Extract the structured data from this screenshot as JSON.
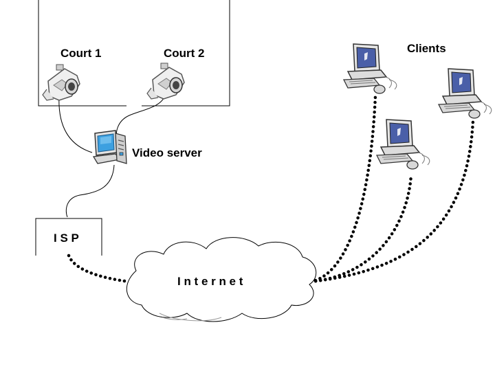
{
  "labels": {
    "court1": "Court 1",
    "court2": "Court 2",
    "clients": "Clients",
    "video_server": "Video server",
    "isp": "I S P",
    "internet": "I n t e r n e t"
  },
  "icons": [
    "camera-icon",
    "server-icon",
    "client-computer-icon",
    "cloud-icon"
  ],
  "colors": {
    "line": "#000000",
    "screen": "#4a5fa8",
    "monitor": "#e8e8e8",
    "server_screen": "#3da0e0"
  }
}
